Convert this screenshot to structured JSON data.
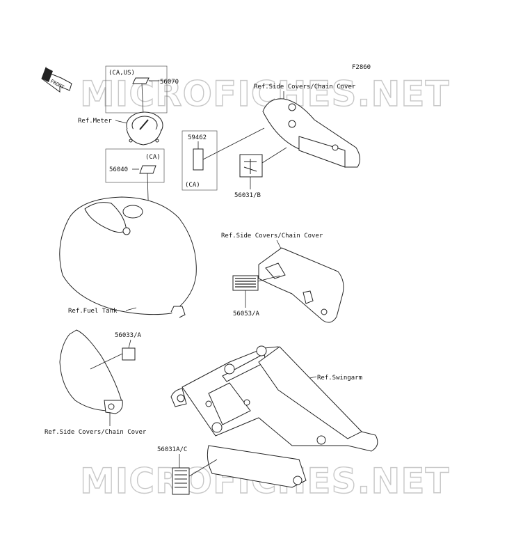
{
  "figure_code": "F2860",
  "front_arrow": "FRONT",
  "watermark": "MICROFICHES.NET",
  "labels": {
    "ca_us": "(CA,US)",
    "p56070": "56070",
    "ref_meter": "Ref.Meter",
    "ca_a": "(CA)",
    "p56040": "56040",
    "p59462": "59462",
    "ca_b": "(CA)",
    "p56031b": "56031/B",
    "ref_side_top": "Ref.Side Covers/Chain Cover",
    "ref_side_mid": "Ref.Side Covers/Chain Cover",
    "p56053a": "56053/A",
    "ref_fuel_tank": "Ref.Fuel Tank",
    "p56033a": "56033/A",
    "ref_swingarm": "Ref.Swingarm",
    "ref_side_bottom": "Ref.Side Covers/Chain Cover",
    "p56031ac": "56031A/C"
  }
}
